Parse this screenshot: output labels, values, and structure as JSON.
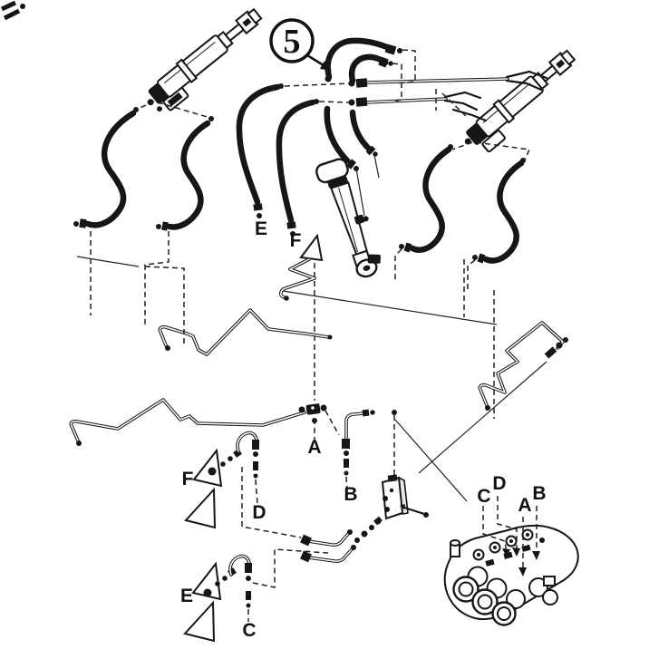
{
  "diagram": {
    "type": "exploded-parts-diagram",
    "subject": "loader hydraulic hoses and tubelines",
    "colors": {
      "ink": "#161616",
      "background": "#ffffff"
    },
    "callout": {
      "number": "5"
    },
    "labels": [
      {
        "id": "hose-end-e",
        "text": "E"
      },
      {
        "id": "hose-end-f",
        "text": "F"
      },
      {
        "id": "tee-fitting-a",
        "text": "A"
      },
      {
        "id": "fitting-b",
        "text": "B"
      },
      {
        "id": "bracket-f",
        "text": "F"
      },
      {
        "id": "fitting-d",
        "text": "D"
      },
      {
        "id": "bracket-e",
        "text": "E"
      },
      {
        "id": "fitting-c",
        "text": "C"
      },
      {
        "id": "valve-port-c",
        "text": "C"
      },
      {
        "id": "valve-port-d",
        "text": "D"
      },
      {
        "id": "valve-port-a",
        "text": "A"
      },
      {
        "id": "valve-port-b",
        "text": "B"
      }
    ]
  }
}
